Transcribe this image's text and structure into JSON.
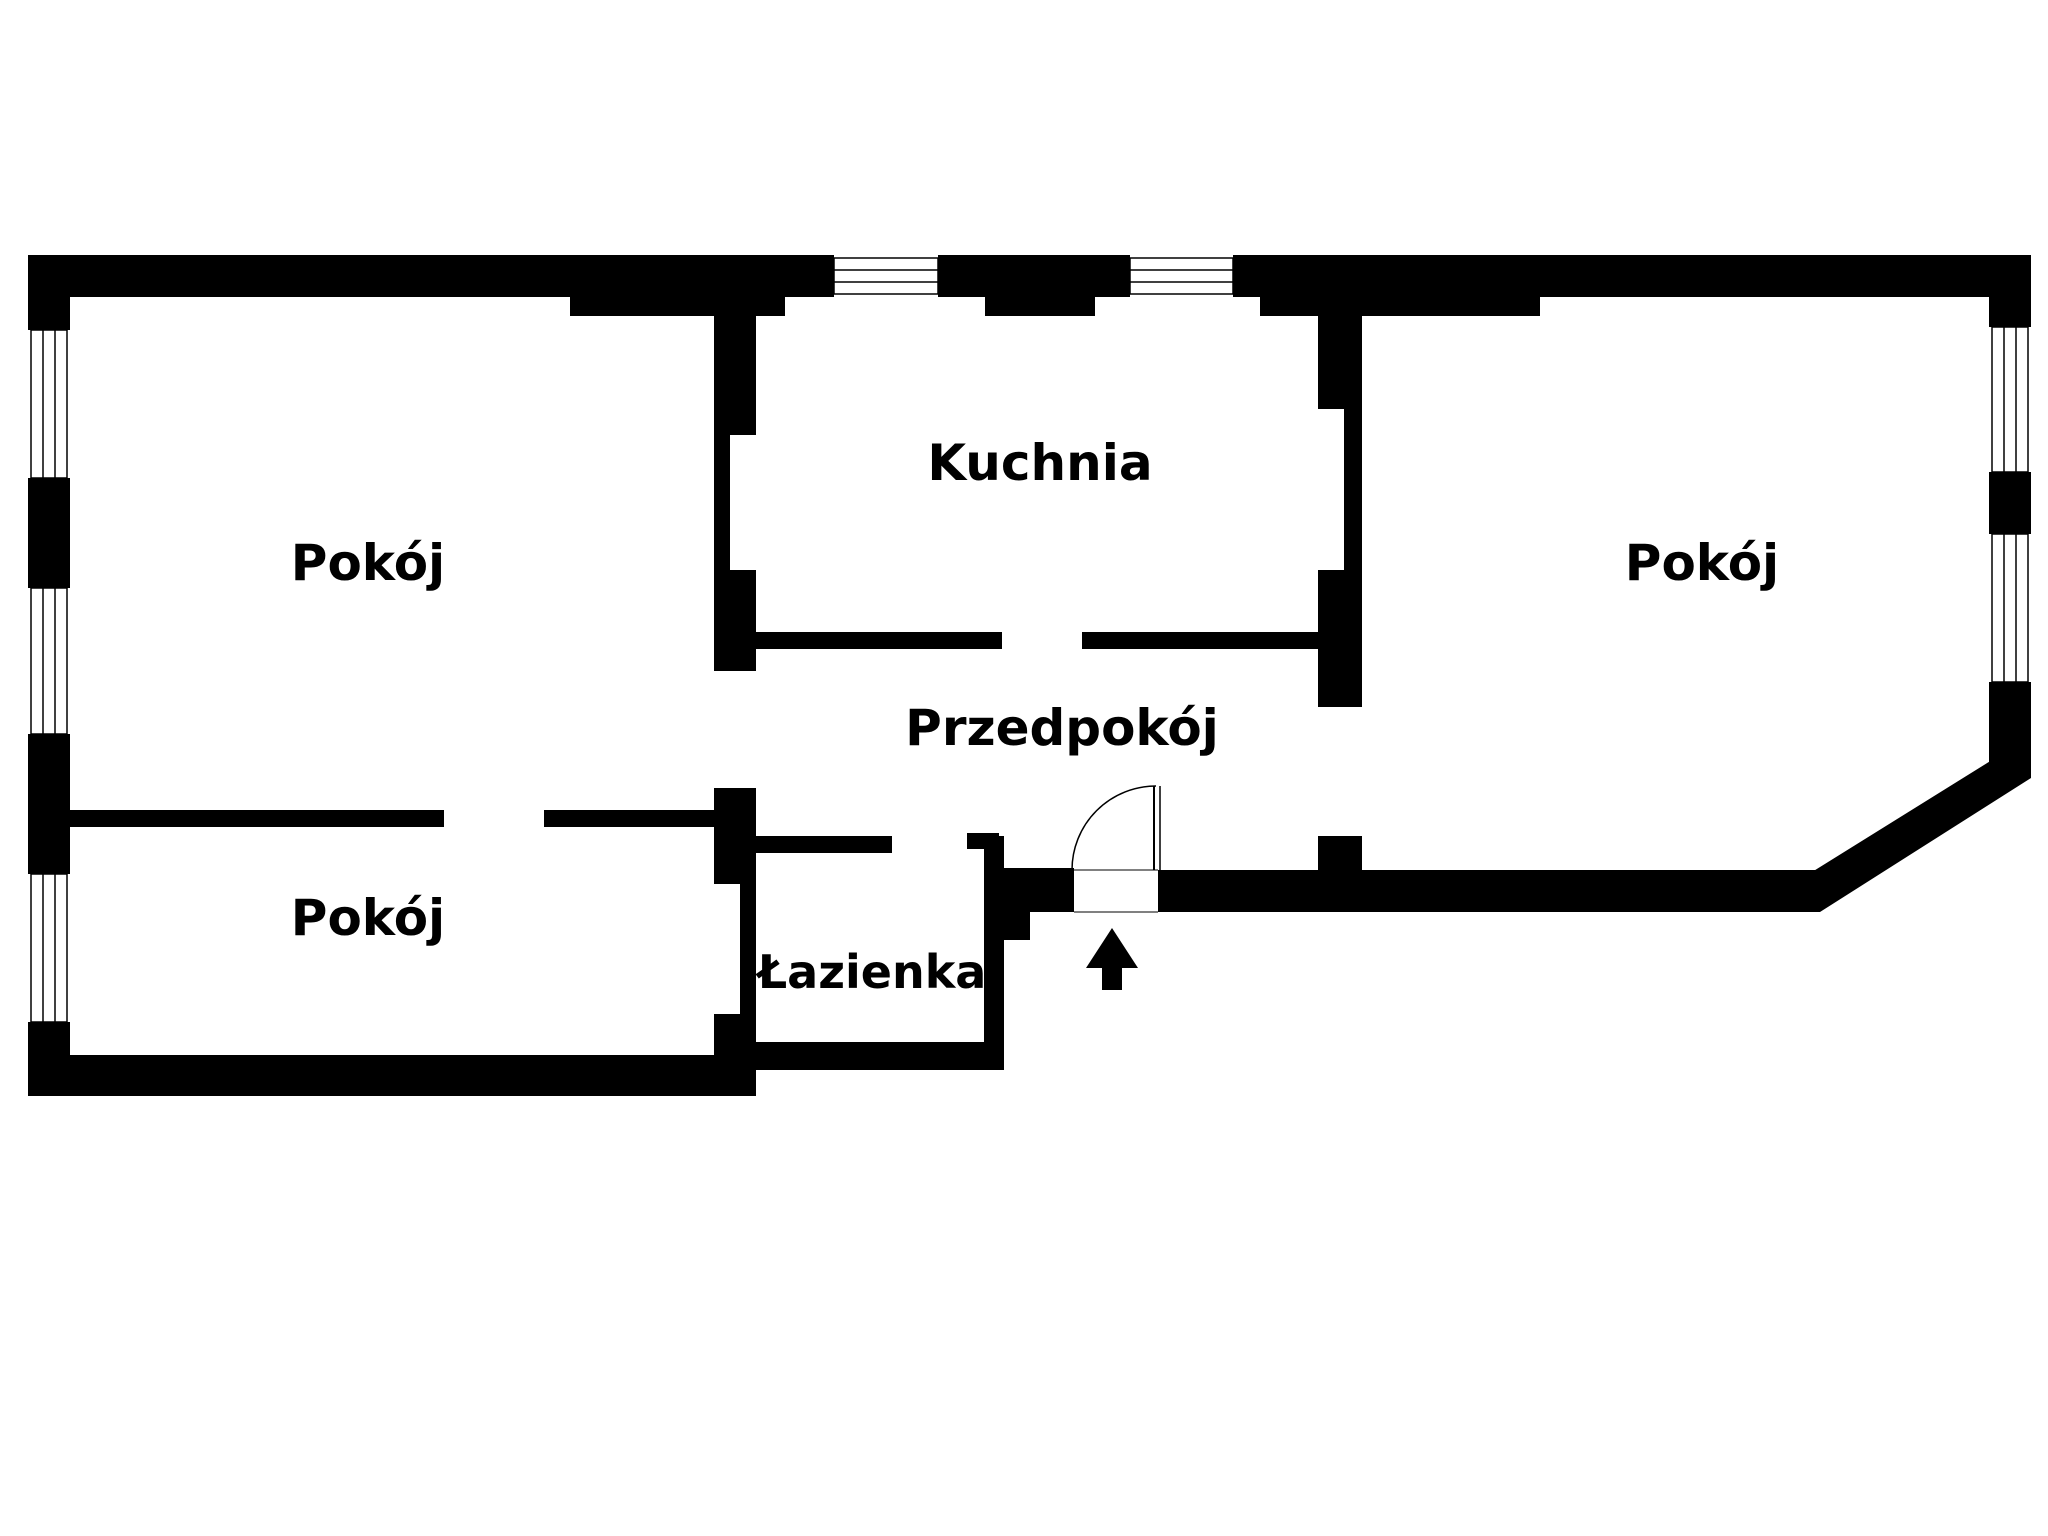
{
  "plan": {
    "rooms": [
      {
        "id": "pokoj-left-top",
        "label": "Pokój"
      },
      {
        "id": "kuchnia",
        "label": "Kuchnia"
      },
      {
        "id": "pokoj-right",
        "label": "Pokój"
      },
      {
        "id": "przedpokoj",
        "label": "Przedpokój"
      },
      {
        "id": "pokoj-left-bottom",
        "label": "Pokój"
      },
      {
        "id": "lazienka",
        "label": "Łazienka"
      }
    ],
    "icons": {
      "entrance": "entrance-arrow-icon",
      "door": "door-swing-icon"
    },
    "colors": {
      "wall": "#000000",
      "background": "#ffffff"
    }
  }
}
